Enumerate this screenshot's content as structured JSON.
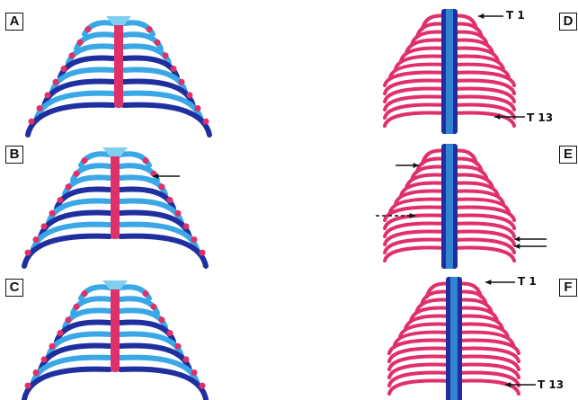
{
  "figure": {
    "panels": [
      {
        "label": "A"
      },
      {
        "label": "B"
      },
      {
        "label": "C"
      },
      {
        "label": "D",
        "annotations": [
          "T 1",
          "T 13"
        ]
      },
      {
        "label": "E"
      },
      {
        "label": "F",
        "annotations": [
          "T 1",
          "T 13"
        ]
      }
    ],
    "colors": {
      "cartilage_blue": "#3aa7e6",
      "bone_pink": "#e0306a",
      "dark_blue": "#1f2fa0",
      "light_cyan": "#7fd0f0",
      "arrow": "#111111"
    }
  }
}
